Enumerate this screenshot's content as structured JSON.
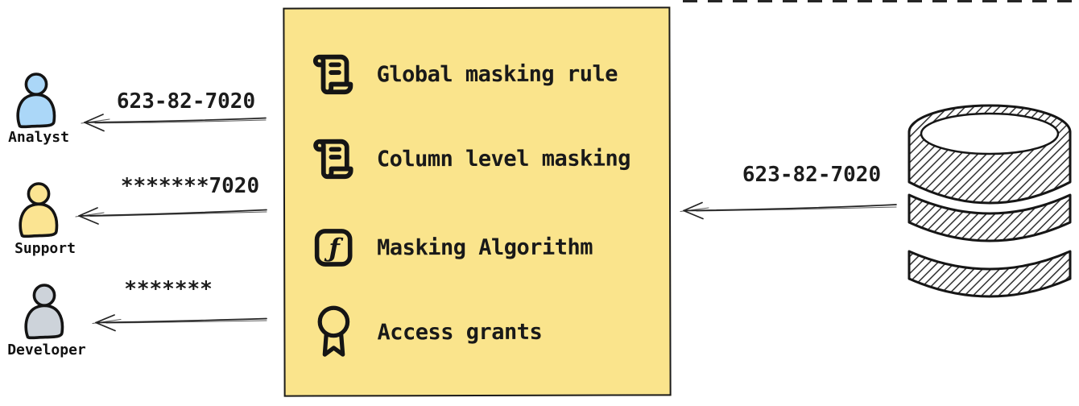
{
  "frame": {
    "background": "#FFFFFF",
    "ink": "#1A1A1A",
    "top_dashed_border_color": "#262626"
  },
  "actors": [
    {
      "icon": "person-icon",
      "label": "Analyst",
      "fill": "#ABD7F8",
      "received_value": "623-82-7020"
    },
    {
      "icon": "person-icon",
      "label": "Support",
      "fill": "#FBE492",
      "received_value": "*******7020"
    },
    {
      "icon": "person-icon",
      "label": "Developer",
      "fill": "#CDD3DA",
      "received_value": "*******"
    }
  ],
  "masking_box": {
    "fill": "#FAE48C",
    "border_color": "#1B1B1B",
    "items": [
      {
        "icon": "license-icon",
        "label": "Global masking rule"
      },
      {
        "icon": "license-icon",
        "label": "Column level masking"
      },
      {
        "icon": "function-icon",
        "label": "Masking Algorithm"
      },
      {
        "icon": "award-icon",
        "label": "Access grants"
      }
    ]
  },
  "database": {
    "icon": "database-icon",
    "sent_value": "623-82-7020"
  }
}
